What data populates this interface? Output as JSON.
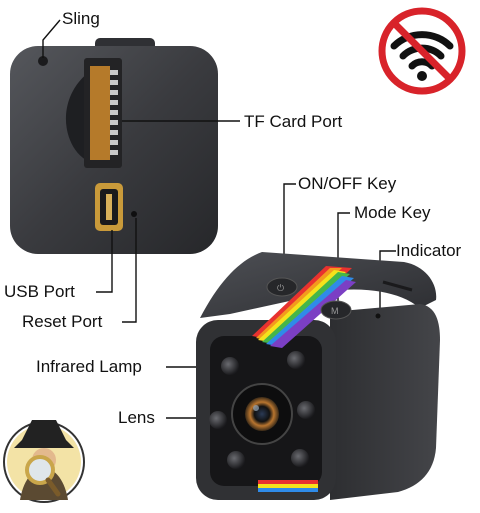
{
  "labels": {
    "sling": "Sling",
    "tf_card_port": "TF Card Port",
    "usb_port": "USB Port",
    "reset_port": "Reset Port",
    "on_off_key": "ON/OFF Key",
    "mode_key": "Mode Key",
    "indicator": "Indicator",
    "infrared_lamp": "Infrared Lamp",
    "lens": "Lens"
  },
  "icons": {
    "no_wifi": "no-wifi-icon",
    "spy": "spy-detective-icon"
  },
  "colors": {
    "camera_body": "#3a3b3f",
    "no_wifi_red": "#d8232a",
    "rainbow": [
      "#e8322f",
      "#f39a1e",
      "#f5e21c",
      "#45b649",
      "#2f8be8",
      "#7b3fc4"
    ]
  }
}
